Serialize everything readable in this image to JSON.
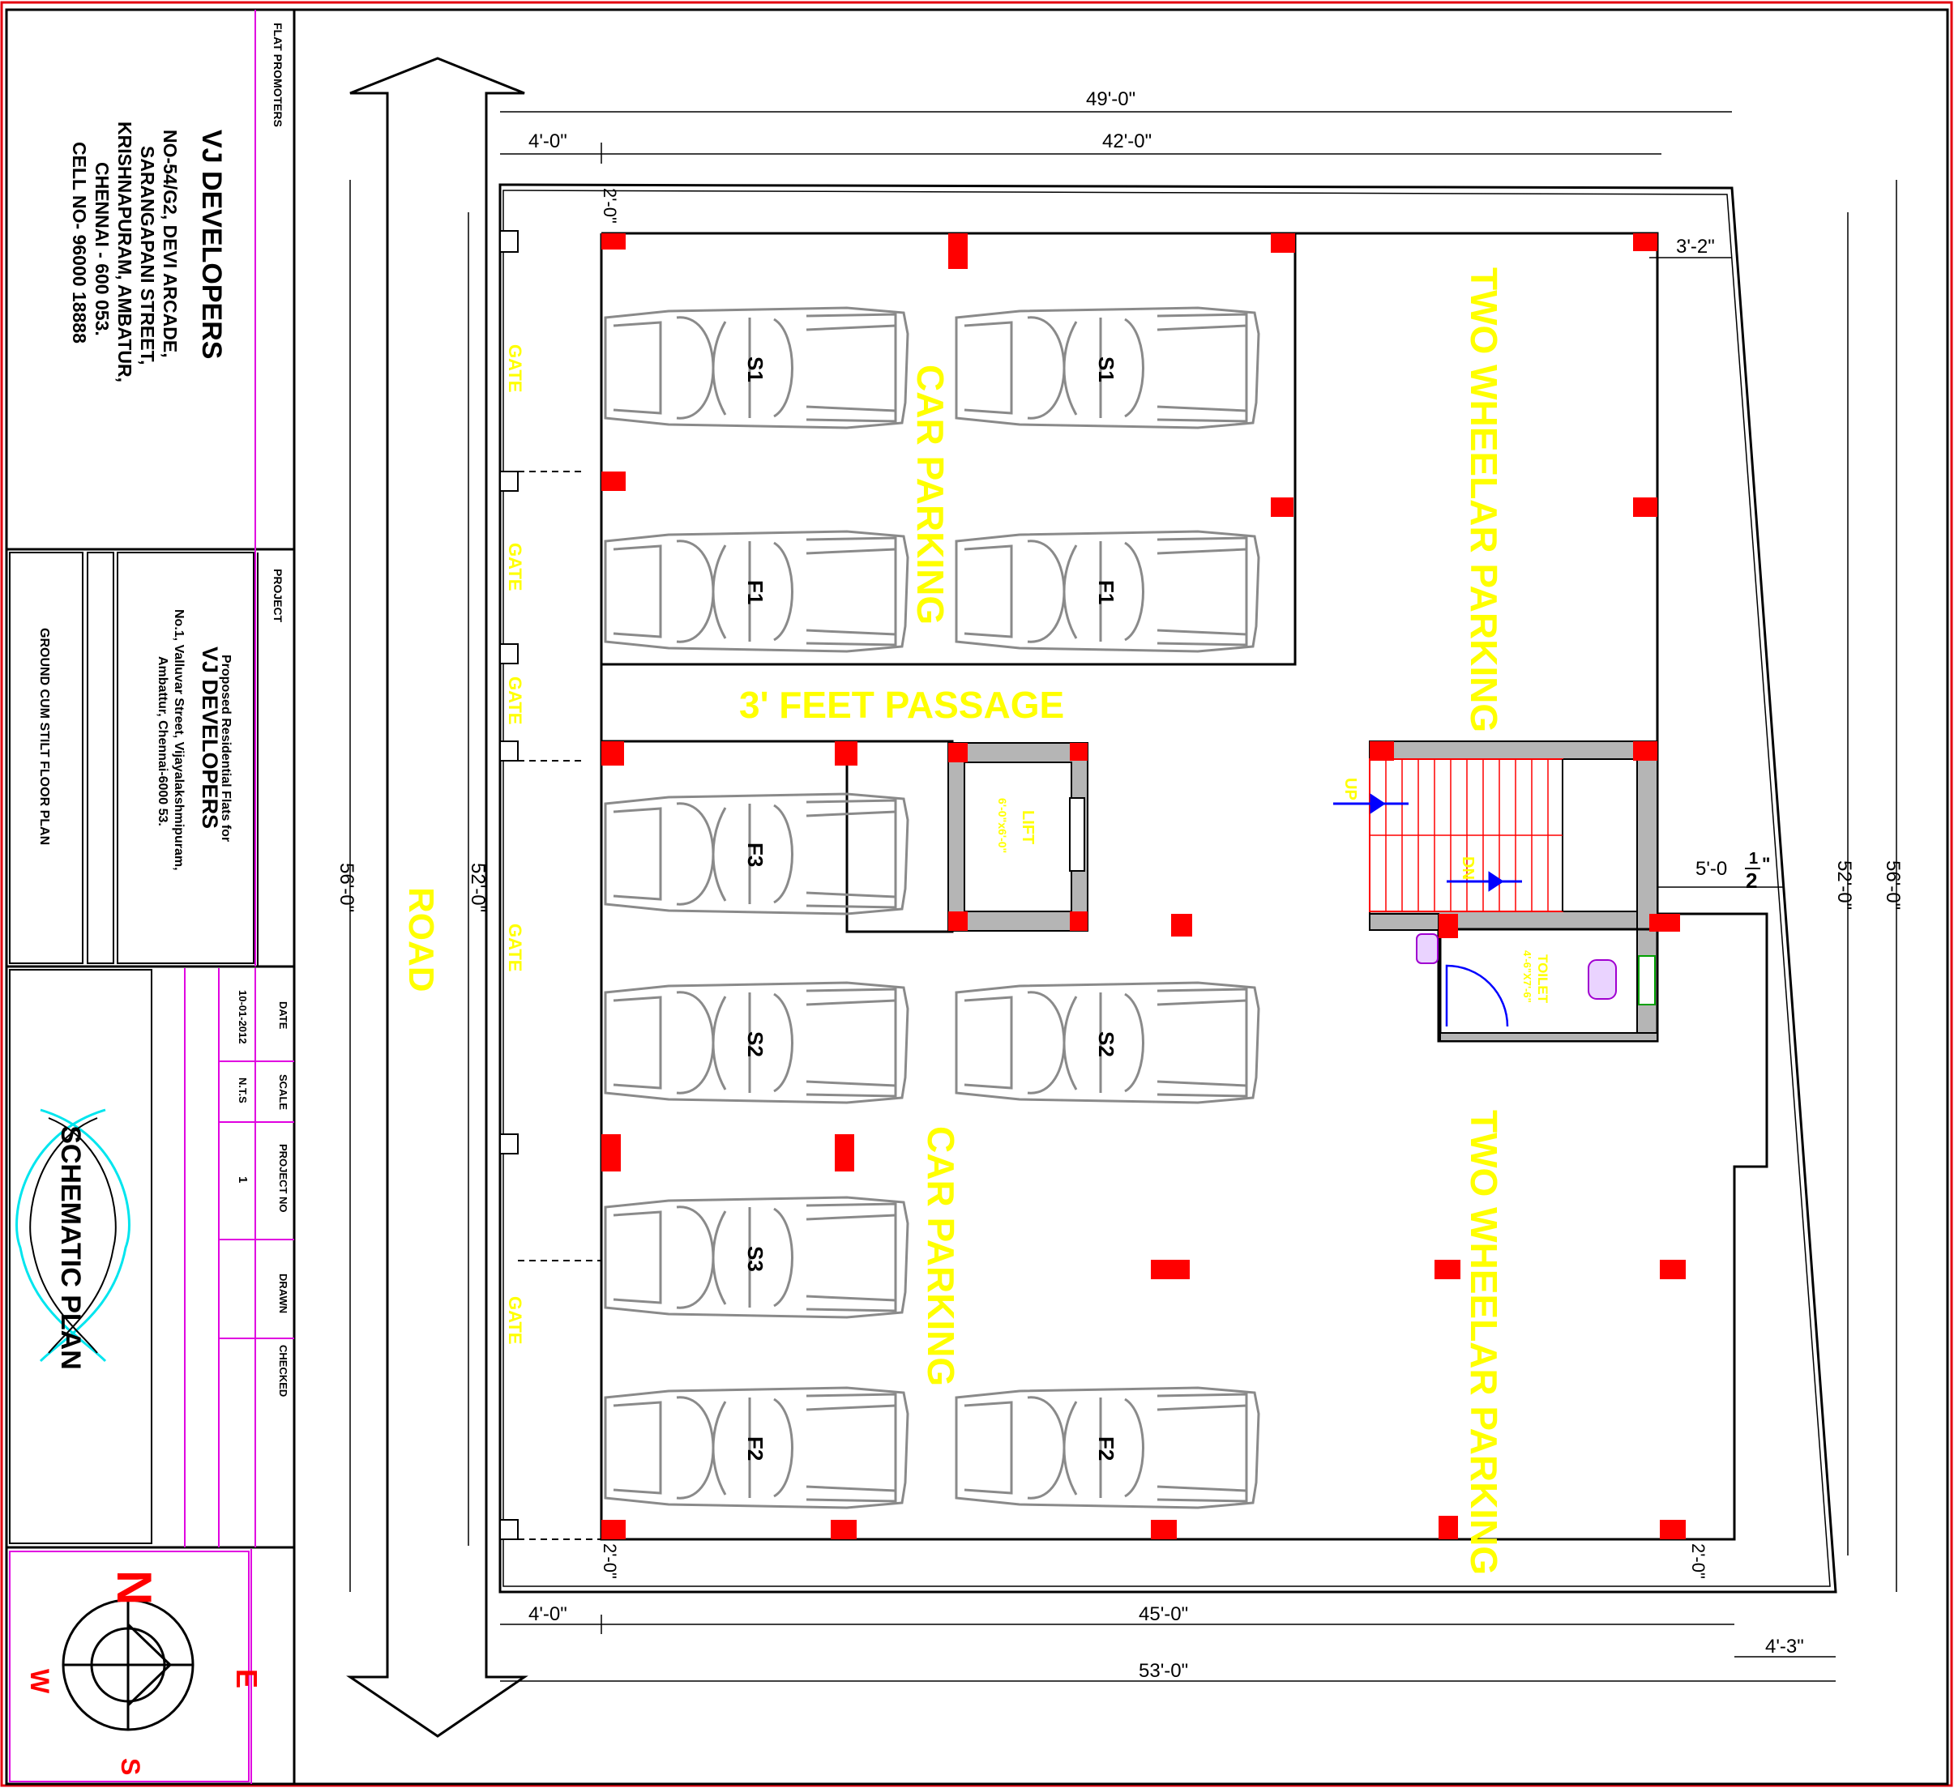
{
  "colors": {
    "column": "#ff0000",
    "label": "#ffff00",
    "border_red": "#e3000f",
    "grid_magenta": "#e000e0",
    "compass_arc": "#00e5ee"
  },
  "title_block": {
    "promoters_label": "FLAT PROMOTERS",
    "company": "VJ DEVELOPERS",
    "address": [
      "NO-54/G2, DEVI ARCADE,",
      "SARANGAPANI STREET,",
      "KRISHNAPURAM, AMBATUR,",
      "CHENNAI - 600 053.",
      "CELL NO- 96000 18888"
    ],
    "project_label": "PROJECT",
    "project_desc": "Proposed Residential Flats for",
    "project_company": "VJ DEVELOPERS",
    "project_address": [
      "No.1, Valluvar Street, Vijayalakshmipuram,",
      "Ambattur, Chennai-6000 53."
    ],
    "sheet_title": "GROUND CUM STILT FLOOR PLAN",
    "schematic": "SCHEMATIC PLAN",
    "fields": [
      {
        "label": "DATE",
        "value": "10-01-2012"
      },
      {
        "label": "SCALE",
        "value": "N.T.S"
      },
      {
        "label": "PROJECT NO",
        "value": "1"
      },
      {
        "label": "DRAWN",
        "value": ""
      },
      {
        "label": "CHECKED",
        "value": ""
      }
    ],
    "compass": {
      "N": "N",
      "E": "E",
      "S": "S",
      "W": "W"
    }
  },
  "plan": {
    "road": "ROAD",
    "passage": "3' FEET PASSAGE",
    "car_parking": "CAR PARKING",
    "two_wheeler": "TWO WHEELAR PARKING",
    "gate": "GATE",
    "lift": "LIFT",
    "lift_size": "6'-0\"x6'-0\"",
    "toilet": "TOILET",
    "toilet_size": "4'-6\"X7'-6\"",
    "up": "UP",
    "dn": "DN",
    "cars": [
      "S1",
      "S1",
      "F1",
      "F1",
      "F3",
      "S2",
      "S2",
      "S3",
      "F2",
      "F2"
    ],
    "dimensions": {
      "top_total": "49'-0\"",
      "top_left": "4'-0\"",
      "top_main": "42'-0\"",
      "setback_top": "2'-0\"",
      "right_offset": "3'-2\"",
      "right_mid": "5'-0",
      "frac_num": "1",
      "frac_den": "2",
      "frac_inch": "\"",
      "left_outer": "56'-0\"",
      "left_inner": "52'-0\"",
      "right_inner": "52'-0\"",
      "right_outer": "56'-0\"",
      "bottom_left_setback": "2'-0\"",
      "bottom_right_setback": "2'-0\"",
      "bottom_left": "4'-0\"",
      "bottom_main": "45'-0\"",
      "bottom_right": "4'-3\"",
      "bottom_total": "53'-0\""
    }
  }
}
